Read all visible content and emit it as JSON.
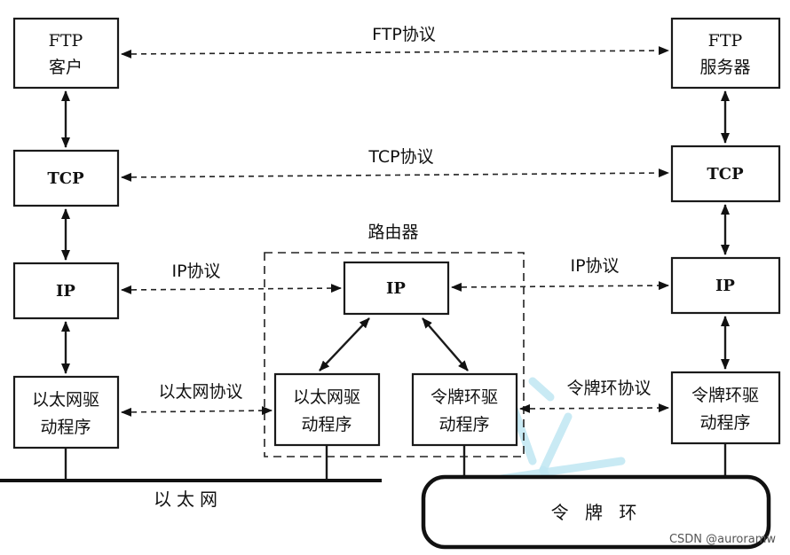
{
  "hosts": {
    "left": {
      "ftp": [
        "FTP",
        "客户"
      ],
      "tcp": "TCP",
      "ip": "IP",
      "driver": [
        "以太网驱",
        "动程序"
      ]
    },
    "right": {
      "ftp": [
        "FTP",
        "服务器"
      ],
      "tcp": "TCP",
      "ip": "IP",
      "driver": [
        "令牌环驱",
        "动程序"
      ]
    }
  },
  "router": {
    "title": "路由器",
    "ip": "IP",
    "eth_driver": [
      "以太网驱",
      "动程序"
    ],
    "token_driver": [
      "令牌环驱",
      "动程序"
    ]
  },
  "protocols": {
    "ftp": "FTP协议",
    "tcp": "TCP协议",
    "ip_left": "IP协议",
    "ip_right": "IP协议",
    "ethernet": "以太网协议",
    "token_ring": "令牌环协议"
  },
  "networks": {
    "ethernet": "以太网",
    "token_ring": "令 牌 环"
  },
  "watermark": "CSDN @auroramw"
}
